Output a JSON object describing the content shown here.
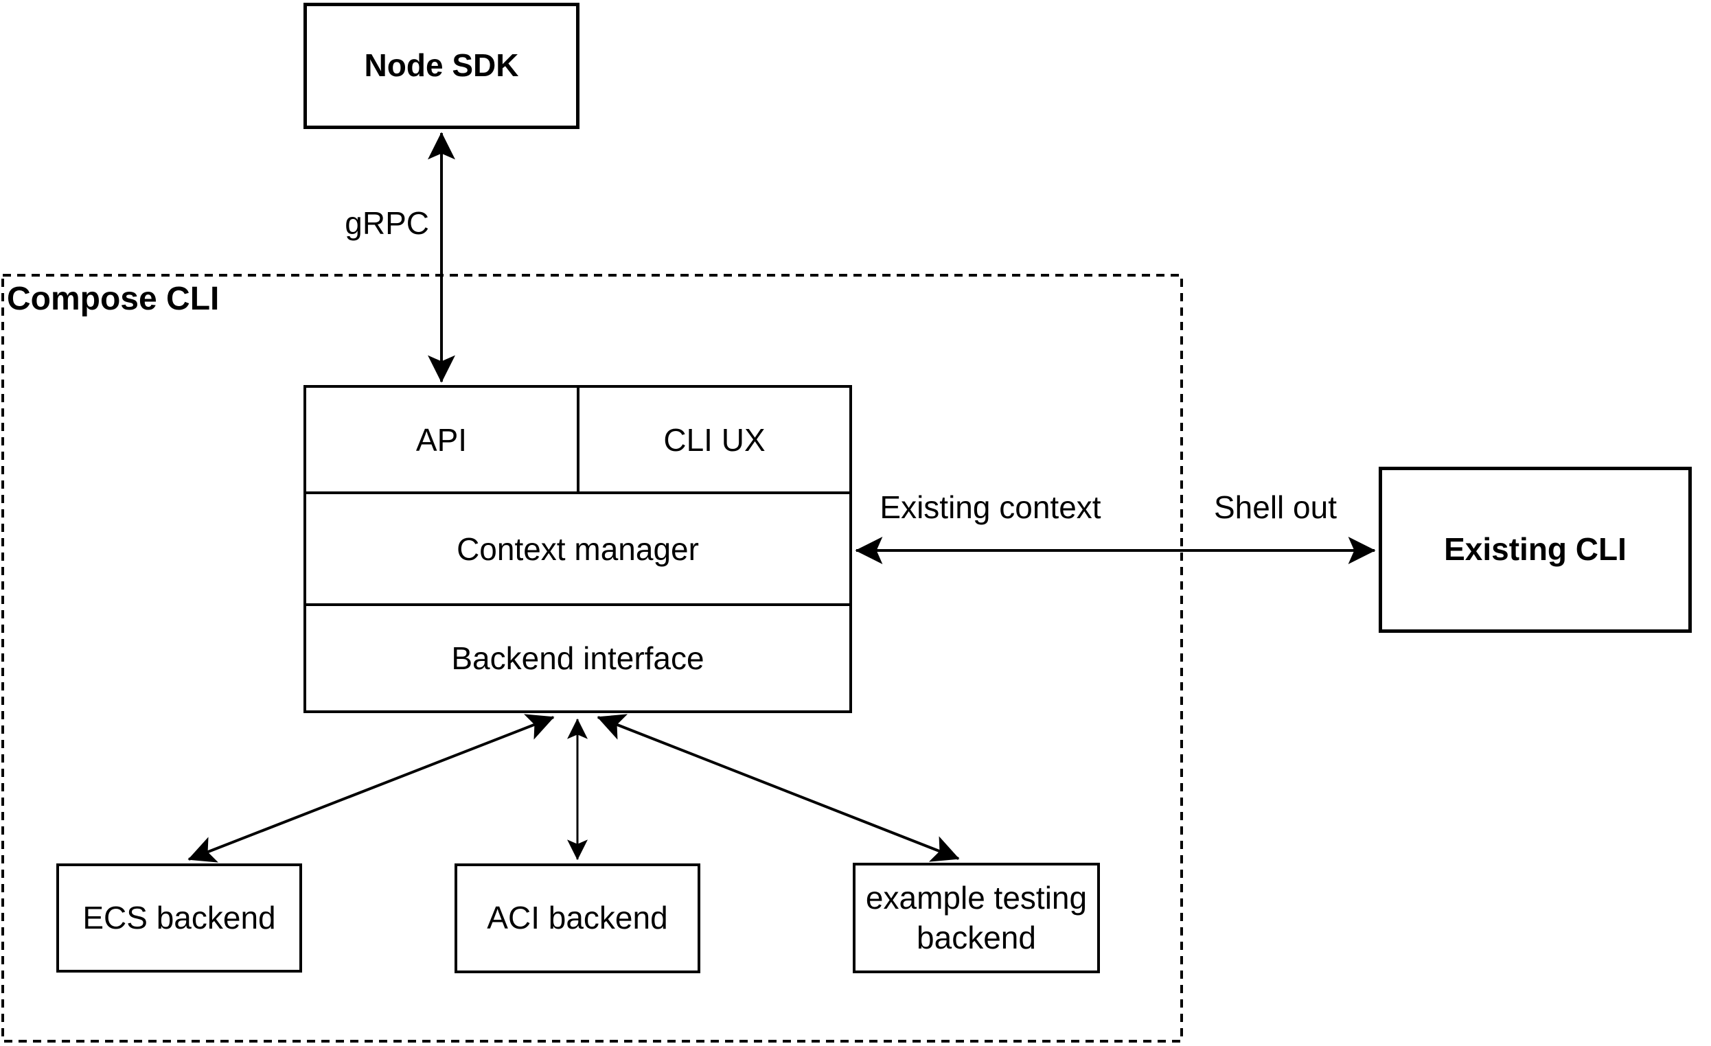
{
  "nodes": {
    "node_sdk": {
      "label": "Node SDK"
    },
    "compose_cli": {
      "label": "Compose CLI"
    },
    "api": {
      "label": "API"
    },
    "cli_ux": {
      "label": "CLI UX"
    },
    "context_manager": {
      "label": "Context manager"
    },
    "backend_interface": {
      "label": "Backend interface"
    },
    "existing_cli": {
      "label": "Existing CLI"
    },
    "ecs_backend": {
      "label": "ECS backend"
    },
    "aci_backend": {
      "label": "ACI backend"
    },
    "example_testing_backend": {
      "label": "example testing backend"
    }
  },
  "edges": {
    "grpc": {
      "label": "gRPC"
    },
    "existing_context": {
      "label": "Existing context"
    },
    "shell_out": {
      "label": "Shell out"
    }
  },
  "colors": {
    "stroke": "#000000",
    "background": "#ffffff",
    "text": "#000000"
  }
}
